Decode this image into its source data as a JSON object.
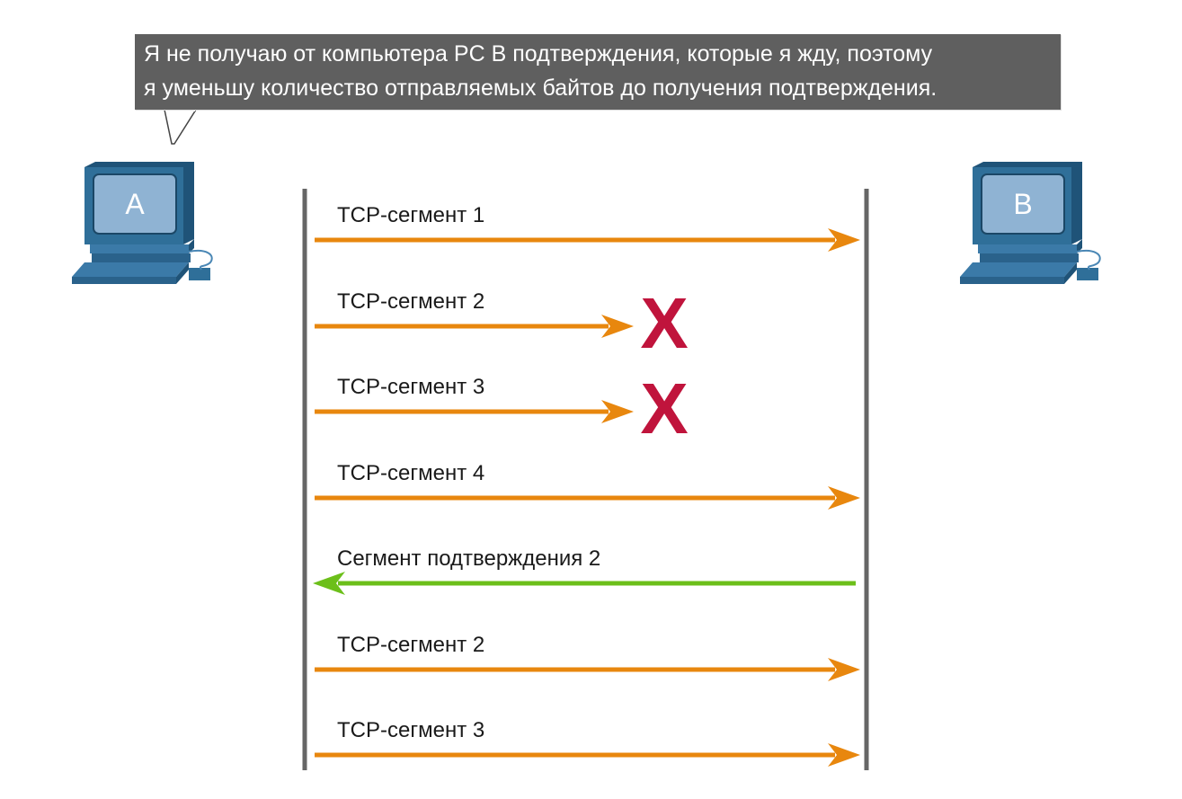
{
  "callout": {
    "line1": "Я не получаю от компьютера PC B подтверждения, которые я жду, поэтому",
    "line2": "я уменьшу количество отправляемых байтов до получения подтверждения."
  },
  "hosts": {
    "left": {
      "label": "A"
    },
    "right": {
      "label": "B"
    }
  },
  "colors": {
    "data_arrow": "#e8870e",
    "ack_arrow": "#6cbf1a",
    "lost_mark": "#c0143c",
    "timeline": "#666666",
    "pc_body": "#2f6f99"
  },
  "messages": [
    {
      "label": "TCP-сегмент 1",
      "direction": "A-to-B",
      "lost": false
    },
    {
      "label": "TCP-сегмент 2",
      "direction": "A-to-B",
      "lost": true,
      "lost_mark": "X"
    },
    {
      "label": "TCP-сегмент 3",
      "direction": "A-to-B",
      "lost": true,
      "lost_mark": "X"
    },
    {
      "label": "TCP-сегмент 4",
      "direction": "A-to-B",
      "lost": false
    },
    {
      "label": "Сегмент подтверждения 2",
      "direction": "B-to-A",
      "lost": false
    },
    {
      "label": "TCP-сегмент 2",
      "direction": "A-to-B",
      "lost": false
    },
    {
      "label": "TCP-сегмент 3",
      "direction": "A-to-B",
      "lost": false
    }
  ]
}
